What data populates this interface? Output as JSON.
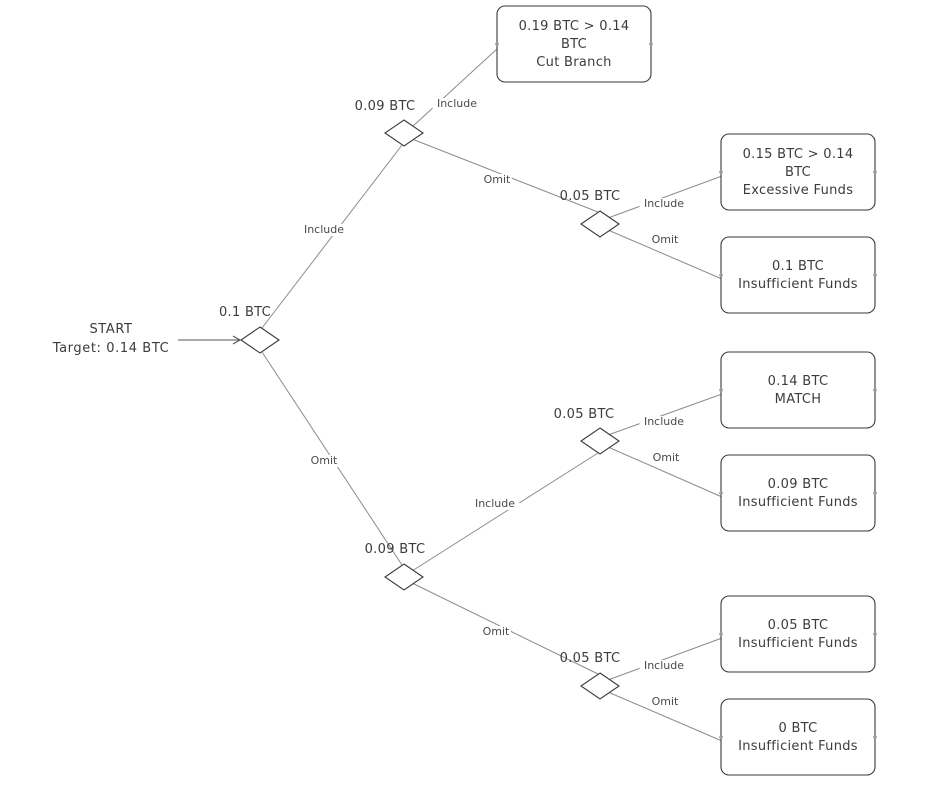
{
  "start": {
    "line1": "START",
    "line2": "Target: 0.14 BTC"
  },
  "decisions": [
    {
      "id": "d1",
      "label": "0.1 BTC"
    },
    {
      "id": "d2",
      "label": "0.09 BTC"
    },
    {
      "id": "d3",
      "label": "0.05 BTC"
    },
    {
      "id": "d4",
      "label": "0.09 BTC"
    },
    {
      "id": "d5",
      "label": "0.05 BTC"
    },
    {
      "id": "d6",
      "label": "0.05 BTC"
    }
  ],
  "edge_labels": {
    "include": "Include",
    "omit": "Omit"
  },
  "outcomes": [
    {
      "id": "o1",
      "lines": [
        "0.19 BTC > 0.14",
        "BTC",
        "Cut Branch"
      ]
    },
    {
      "id": "o2",
      "lines": [
        "0.15 BTC > 0.14",
        "BTC",
        "Excessive Funds"
      ]
    },
    {
      "id": "o3",
      "lines": [
        "0.1 BTC",
        "Insufficient Funds"
      ]
    },
    {
      "id": "o4",
      "lines": [
        "0.14 BTC",
        "MATCH"
      ]
    },
    {
      "id": "o5",
      "lines": [
        "0.09 BTC",
        "Insufficient Funds"
      ]
    },
    {
      "id": "o6",
      "lines": [
        "0.05 BTC",
        "Insufficient Funds"
      ]
    },
    {
      "id": "o7",
      "lines": [
        "0 BTC",
        "Insufficient Funds"
      ]
    }
  ]
}
